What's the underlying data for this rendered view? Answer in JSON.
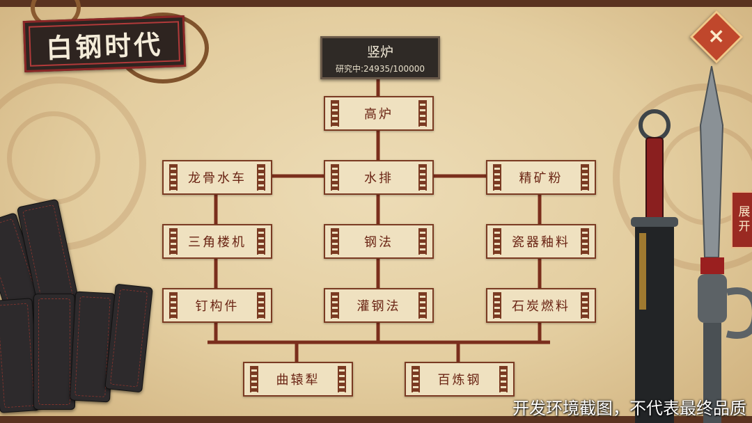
{
  "title": "白钢时代",
  "close_icon": "close-icon",
  "expand_label": "展开",
  "root": {
    "name": "竖炉",
    "status": "研究中:24935/100000",
    "progress": 0.24935
  },
  "nodes": {
    "gaolu": "高炉",
    "shuipai": "水排",
    "longgu": "龙骨水车",
    "jingkuang": "精矿粉",
    "sanjiao": "三角楼机",
    "gangfa": "钢法",
    "ciqi": "瓷器釉料",
    "dinggou": "钉构件",
    "guangang": "灌钢法",
    "shitan": "石炭燃料",
    "quyuan": "曲辕犁",
    "bailian": "百炼钢"
  },
  "watermark": "开发环境截图，不代表最终品质",
  "colors": {
    "parchment": "#e8d5ad",
    "line": "#7a2e1c",
    "root_bg": "#2f2a26",
    "node_text": "#6a2414",
    "accent_red": "#c0472c"
  }
}
